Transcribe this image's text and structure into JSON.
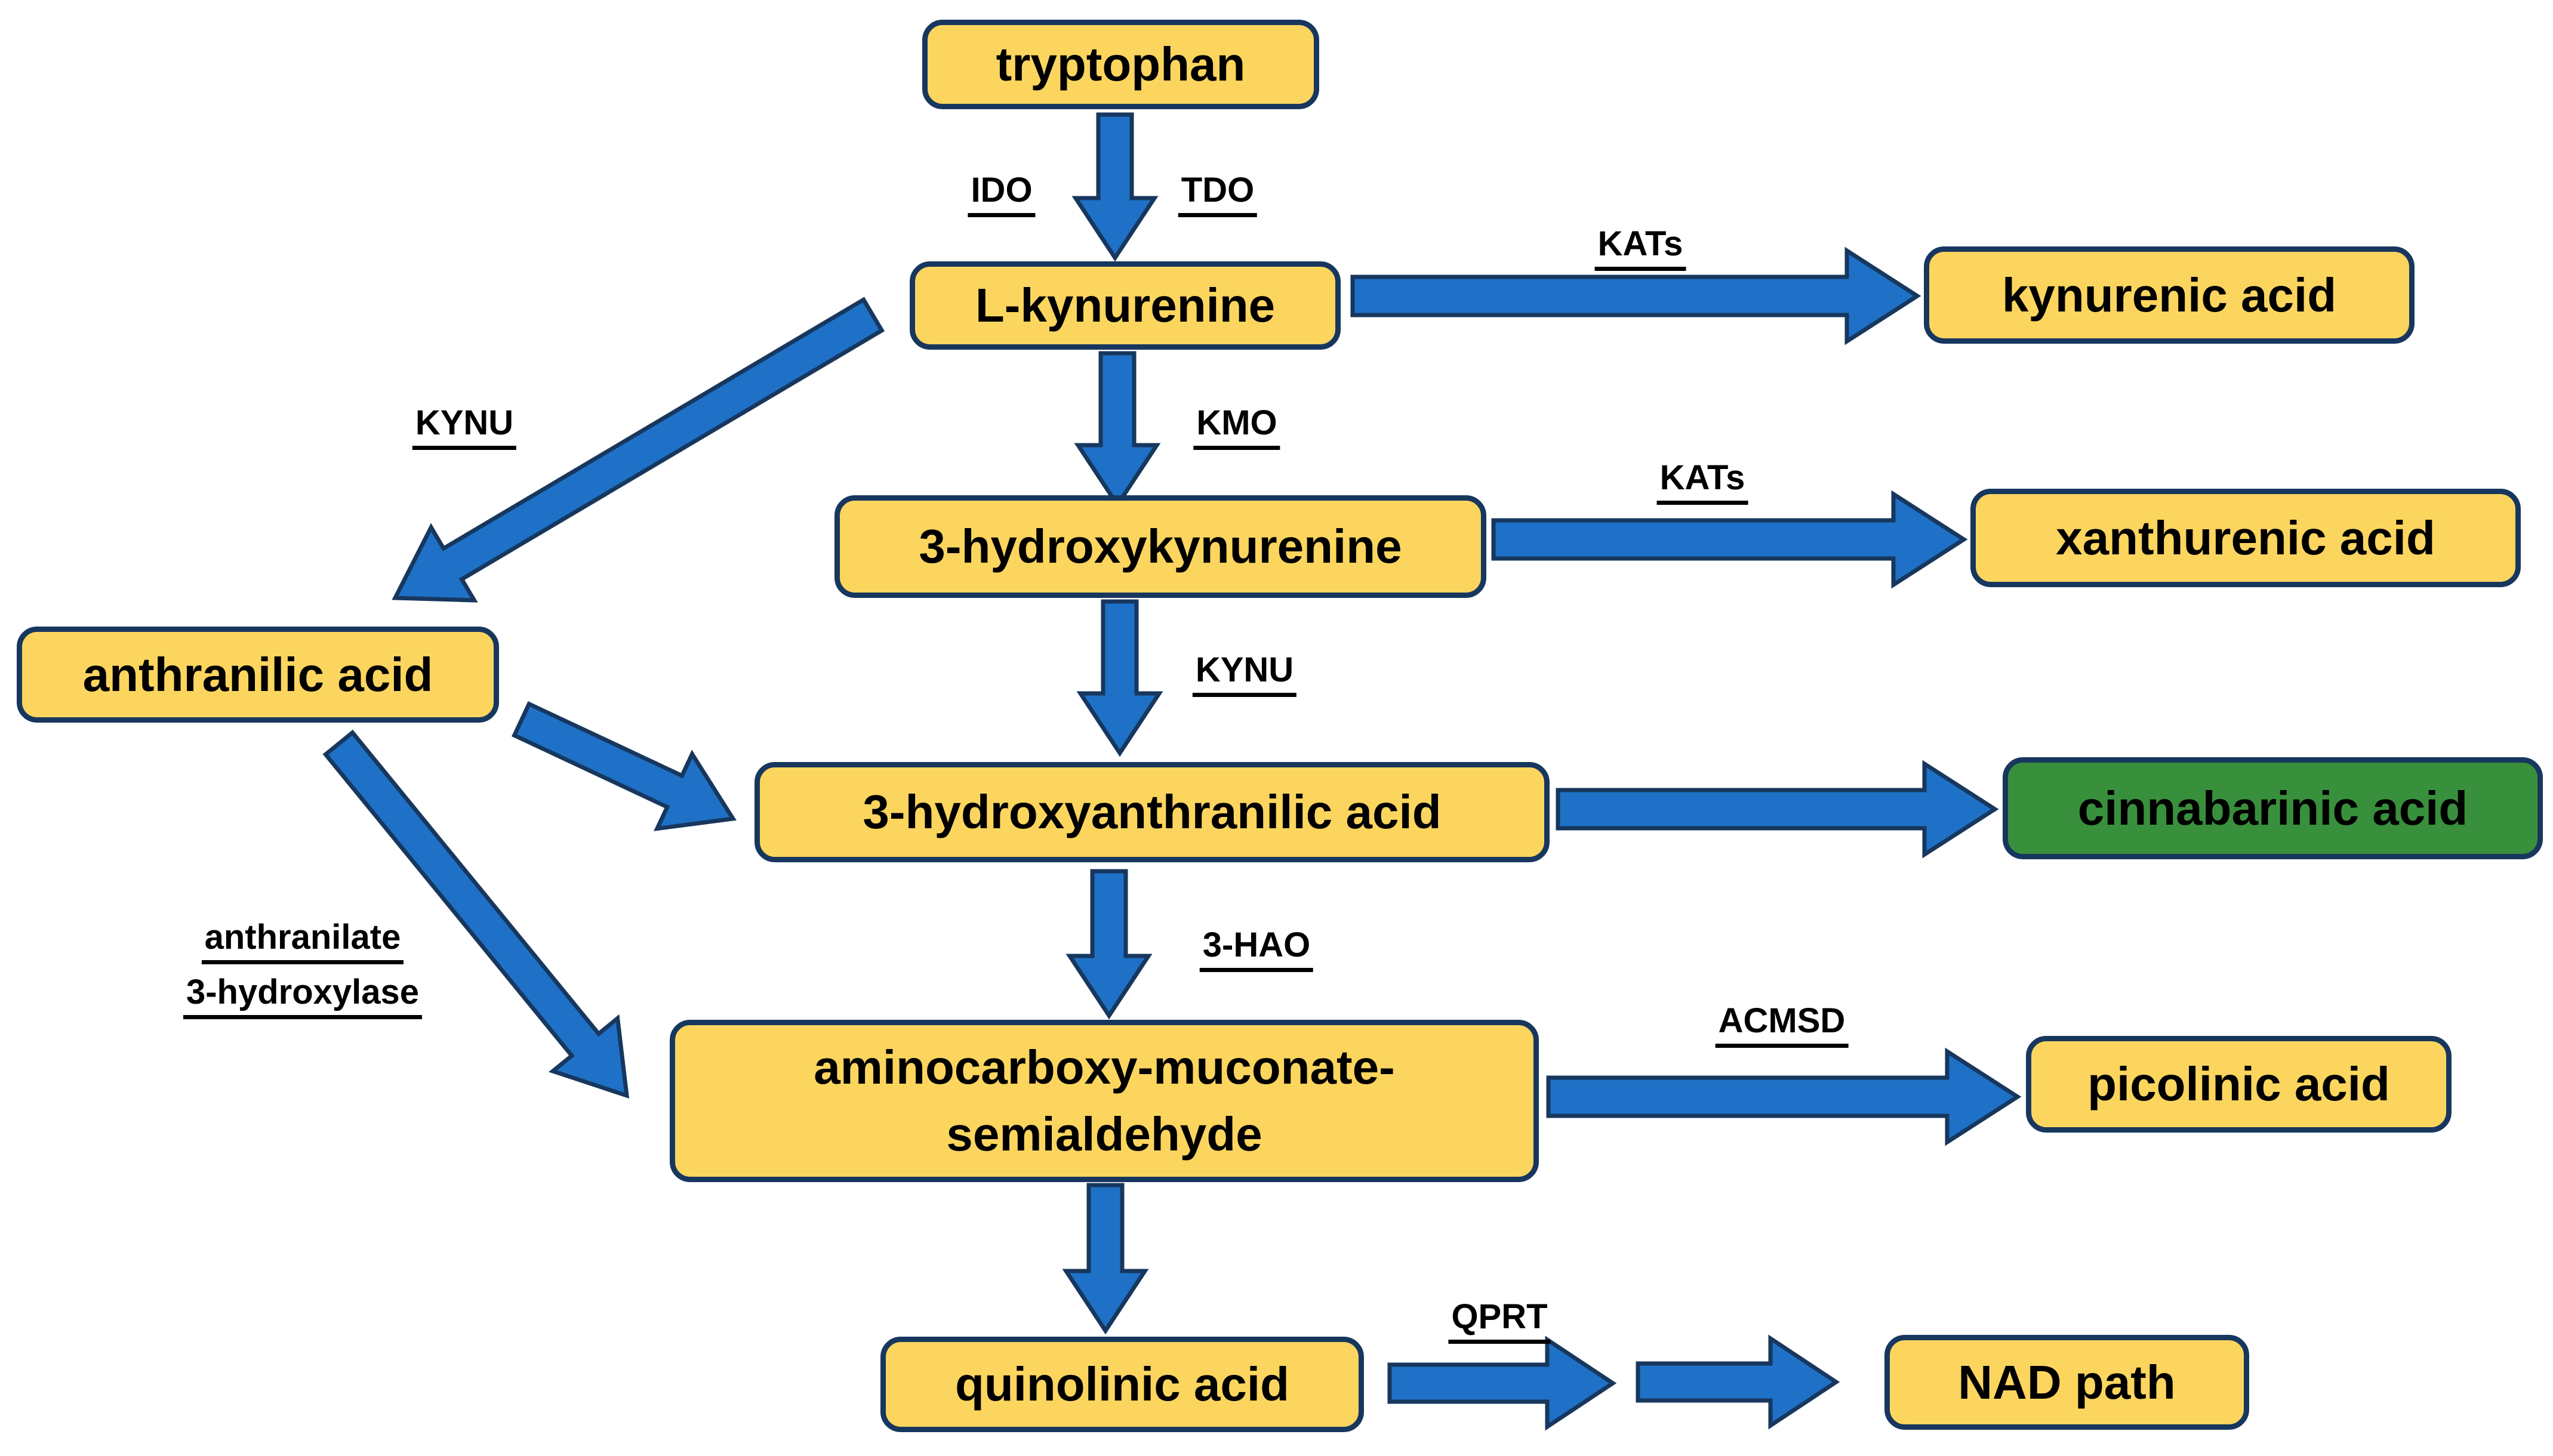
{
  "nodes": {
    "tryptophan": "tryptophan",
    "l_kynurenine": "L-kynurenine",
    "kynurenic_acid": "kynurenic acid",
    "hydroxykynurenine": "3-hydroxykynurenine",
    "xanthurenic_acid": "xanthurenic acid",
    "anthranilic_acid": "anthranilic acid",
    "hydroxyanthranilic_acid": "3-hydroxyanthranilic acid",
    "cinnabarinic_acid": "cinnabarinic acid",
    "acms_line1": "aminocarboxy-muconate-",
    "acms_line2": "semialdehyde",
    "picolinic_acid": "picolinic acid",
    "quinolinic_acid": "quinolinic acid",
    "nad_path": "NAD path"
  },
  "enzymes": {
    "ido": "IDO",
    "tdo": "TDO",
    "kats_1": "KATs",
    "kynu_1": "KYNU",
    "kmo": "KMO",
    "kats_2": "KATs",
    "kynu_2": "KYNU",
    "anthranilate_hydroxylase_line1": "anthranilate",
    "anthranilate_hydroxylase_line2": "3-hydroxylase",
    "hao": "3-HAO",
    "acmsd": "ACMSD",
    "qprt": "QPRT"
  },
  "colors": {
    "background": "#FFFFFF",
    "node_fill": "#FCD55F",
    "node_border": "#17375E",
    "highlight_fill": "#38903C",
    "arrow_fill": "#1E71C6",
    "arrow_outline": "#17375E",
    "text": "#000000"
  }
}
